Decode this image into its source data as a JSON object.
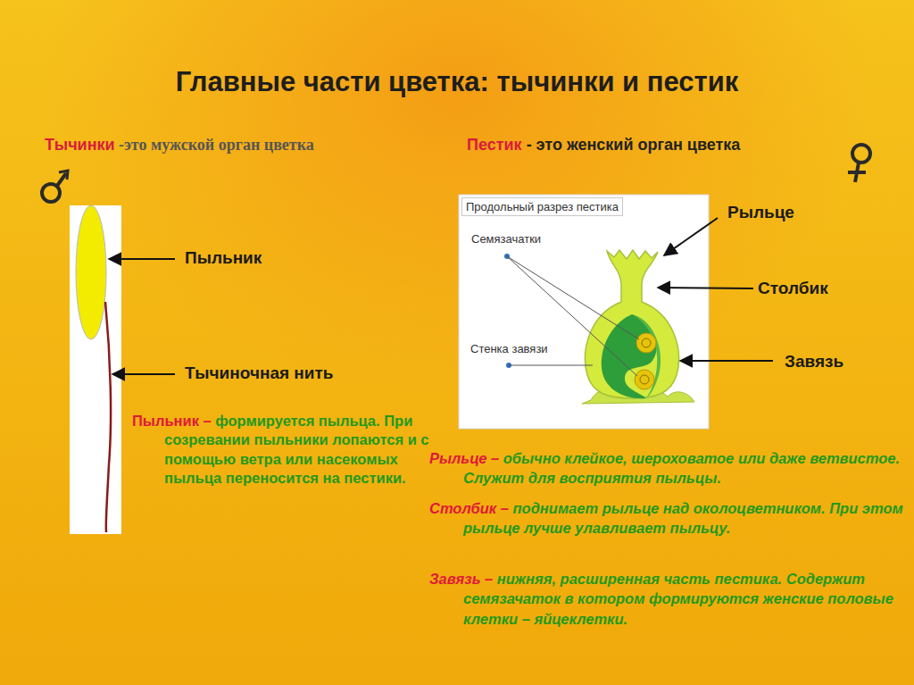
{
  "diagram": {
    "title": "Главные части цветка: тычинки и пестик",
    "nodes": [
      {
        "text": [
          "Продольный разрез пестика",
          "Семязачатки",
          "Стенка завязи"
        ]
      }
    ],
    "labels": [
      "Тычинки",
      "-это мужской орган цветка",
      "Пестик",
      "- это женский орган цветка",
      "Пыльник",
      "Тычиночная нить",
      "Рыльце",
      "Столбик",
      "Завязь",
      "Пыльник –",
      "формируется пыльца. При созревании пыльники лопаются и с помощью ветра или насекомых пыльца переносится на пестики.",
      "Рыльце –",
      "обычно клейкое, шероховатое или даже ветвистое. Служит для восприятия пыльцы.",
      "Столбик –",
      "поднимает рыльце над околоцветником. При этом рыльце лучше улавливает пыльцу.",
      "Завязь –",
      "нижняя, расширенная часть пестика. Содержит семязачаток в котором формируются женские половые клетки – яйцеклетки."
    ]
  }
}
